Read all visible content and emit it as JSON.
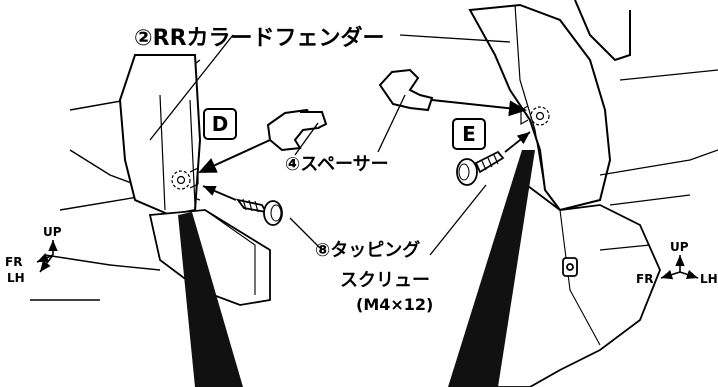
{
  "labels": {
    "fender": "②RRカラードフェンダー",
    "spacer": "④スペーサー",
    "screw_line1": "⑧タッピング",
    "screw_line2": "スクリュー",
    "screw_spec": "(M4×12)",
    "box_d": "D",
    "box_e": "E"
  },
  "axes_left": {
    "up": "UP",
    "fr": "FR",
    "lh": "LH"
  },
  "axes_right": {
    "up": "UP",
    "fr": "FR",
    "lh": "LH"
  },
  "colors": {
    "line": "#000000",
    "part_fill": "#ffffff",
    "shadow": "#111111"
  }
}
